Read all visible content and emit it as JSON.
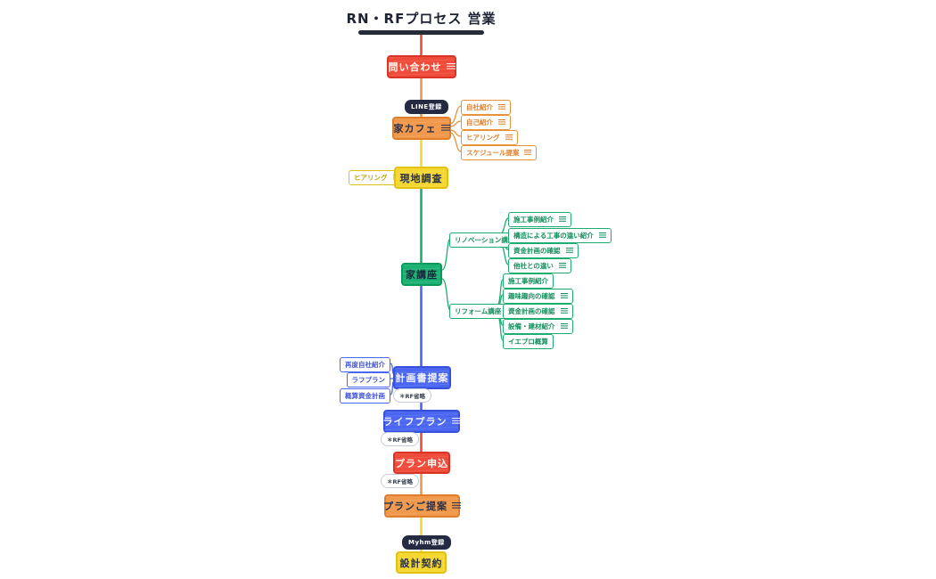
{
  "title": "RN・RFプロセス 営業",
  "palette": {
    "red": "#ee4b3a",
    "orange": "#f0984b",
    "yellow": "#f5d72f",
    "green": "#1cb172",
    "blue": "#4b66f0",
    "dark_badge": "#232a42"
  },
  "steps": [
    {
      "label": "問い合わせ",
      "color": "red"
    },
    {
      "label": "家カフェ",
      "color": "orange"
    },
    {
      "label": "現地調査",
      "color": "yellow"
    },
    {
      "label": "家講座",
      "color": "green"
    },
    {
      "label": "計画書提案",
      "color": "blue"
    },
    {
      "label": "ライフプラン",
      "color": "blue"
    },
    {
      "label": "プラン申込",
      "color": "red"
    },
    {
      "label": "プランご提案",
      "color": "orange"
    },
    {
      "label": "設計契約",
      "color": "yellow"
    }
  ],
  "badges": {
    "line": "LINE登録",
    "myhm": "Myhm登録"
  },
  "skip_note": "＊RF省略",
  "cafe_notes": [
    "自社紹介",
    "自己紹介",
    "ヒアリング",
    "スケジュール提案"
  ],
  "survey_note": "ヒアリング",
  "branches": {
    "renovation": {
      "label": "リノベーション講座",
      "notes": [
        "施工事例紹介",
        "構造による工事の違い紹介",
        "資金計画の確認",
        "他社との違い"
      ]
    },
    "reform": {
      "label": "リフォーム講座",
      "notes": [
        "施工事例紹介",
        "趣味趣向の確認",
        "資金計画の確認",
        "設備・建材紹介",
        "イエプロ概算"
      ]
    }
  },
  "plan_notes": [
    "再度自社紹介",
    "ラフプラン",
    "概算資金計画"
  ]
}
